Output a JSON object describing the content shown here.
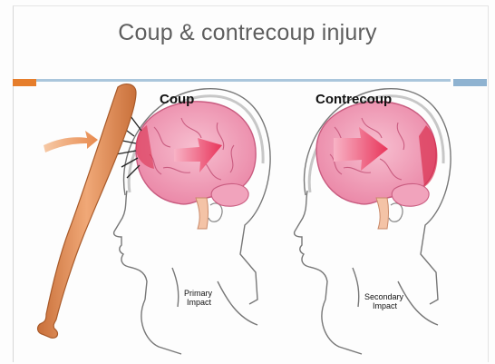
{
  "slide": {
    "title": "Coup & contrecoup injury"
  },
  "figure": {
    "coup_label": "Coup",
    "contrecoup_label": "Contrecoup",
    "primary_line1": "Primary",
    "primary_line2": "Impact",
    "secondary_line1": "Secondary",
    "secondary_line2": "Impact"
  },
  "colors": {
    "accent_orange": "#e67e2c",
    "accent_blue": "#8fb3d1",
    "brain_pink": "#f2a6bf",
    "impact_red": "#e8355a",
    "bat_wood": "#e3925a"
  }
}
